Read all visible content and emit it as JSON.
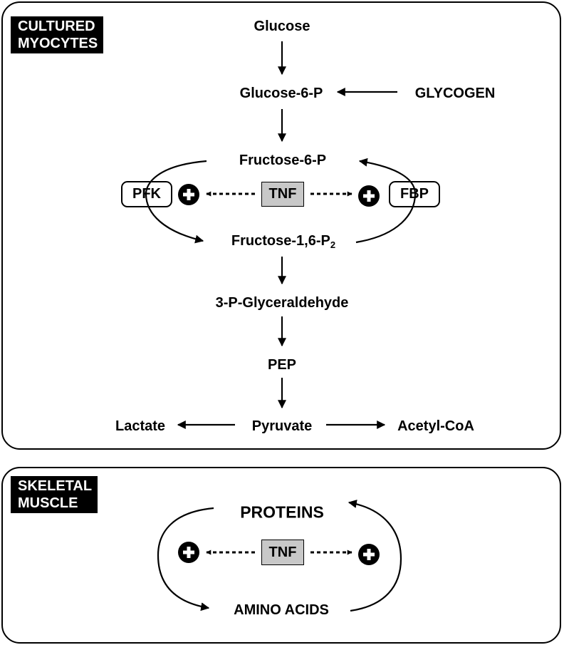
{
  "panels": {
    "top": {
      "label": "CULTURED\nMYOCYTES",
      "nodes": {
        "glucose": "Glucose",
        "glucose6p": "Glucose-6-P",
        "glycogen": "GLYCOGEN",
        "fructose6p": "Fructose-6-P",
        "fructose16p2_main": "Fructose-1,6-P",
        "fructose16p2_sub": "2",
        "glyceraldehyde": "3-P-Glyceraldehyde",
        "pep": "PEP",
        "pyruvate": "Pyruvate",
        "lactate": "Lactate",
        "acetylcoa": "Acetyl-CoA"
      },
      "enzymes": {
        "pfk": "PFK",
        "fbp": "FBP"
      },
      "regulator": "TNF"
    },
    "bottom": {
      "label": "SKELETAL\nMUSCLE",
      "nodes": {
        "proteins": "PROTEINS",
        "amino_acids": "AMINO ACIDS"
      },
      "regulator": "TNF"
    }
  }
}
